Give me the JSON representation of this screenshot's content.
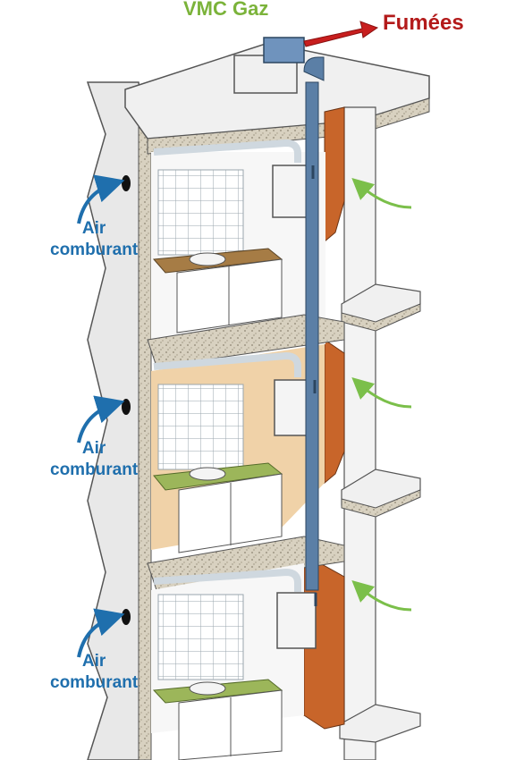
{
  "labels": {
    "vmc": "VMC Gaz",
    "fumees": "Fumées",
    "air_label_1": "Air",
    "air_label_2": "comburant"
  },
  "floors": [
    {
      "name": "floor-top"
    },
    {
      "name": "floor-middle"
    },
    {
      "name": "floor-bottom"
    }
  ],
  "colors": {
    "vmc_green": "#7bb33a",
    "fumees_red": "#b31a1a",
    "air_blue": "#1f6fad",
    "inlet_green": "#7bbf4a",
    "duct_blue": "#5b7fa6",
    "shaft_orange": "#c8652a",
    "wall_tan": "#f0d2a8",
    "countertop_brown": "#a67c45",
    "countertop_green": "#9cb65a",
    "concrete": "#cfc7b5"
  }
}
